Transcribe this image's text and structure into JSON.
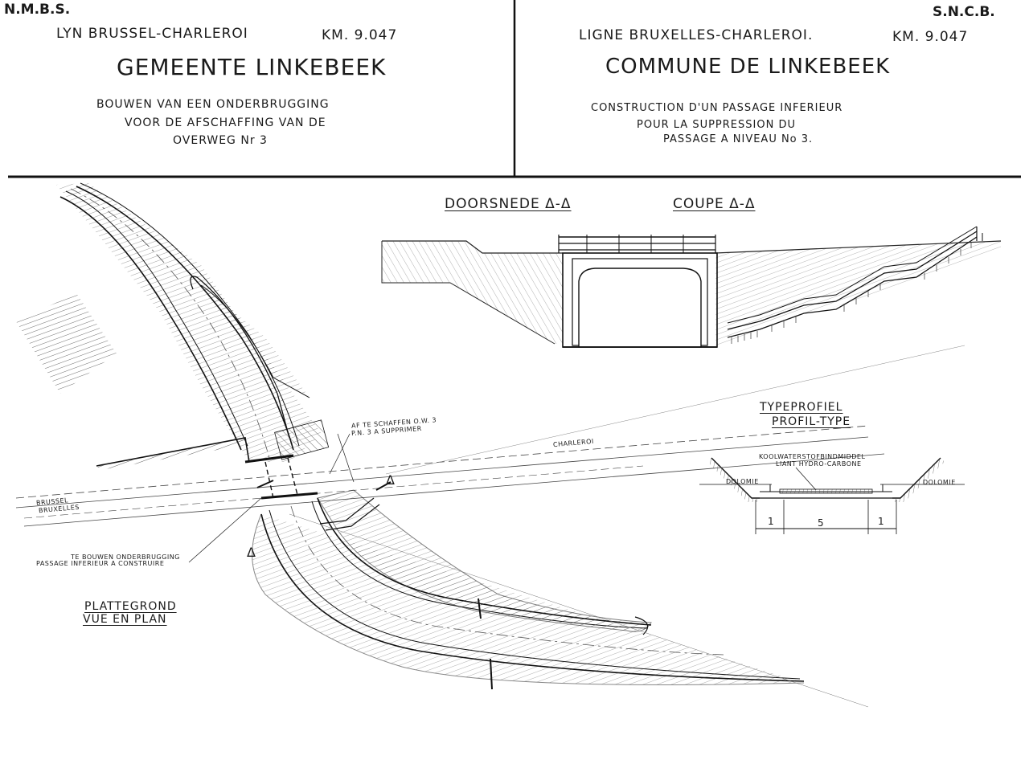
{
  "header": {
    "left": {
      "org": "N.M.B.S.",
      "line": "LYN BRUSSEL-CHARLEROI",
      "km": "KM. 9.047",
      "municipality": "GEMEENTE LINKEBEEK",
      "desc1": "BOUWEN VAN EEN ONDERBRUGGING",
      "desc2": "VOOR DE AFSCHAFFING VAN DE",
      "desc3": "OVERWEG Nr 3"
    },
    "right": {
      "org": "S.N.C.B.",
      "line": "LIGNE BRUXELLES-CHARLEROI.",
      "km": "KM. 9.047",
      "municipality": "COMMUNE DE LINKEBEEK",
      "desc1": "CONSTRUCTION D'UN PASSAGE INFERIEUR",
      "desc2": "POUR LA SUPPRESSION DU",
      "desc3": "PASSAGE A NIVEAU No 3."
    }
  },
  "section": {
    "title_nl": "DOORSNEDE Δ-Δ",
    "title_fr": "COUPE Δ-Δ"
  },
  "profile": {
    "title_nl": "TYPEPROFIEL",
    "title_fr": "PROFIL-TYPE",
    "binder_nl": "KOOLWATERSTOFBINDMIDDEL",
    "binder_fr": "LIANT HYDRO-CARBONE",
    "dolomite_left": "DOLOMIE",
    "dolomite_right": "DOLOMIE",
    "dim_left": "1",
    "dim_mid": "5",
    "dim_right": "1"
  },
  "plan": {
    "title_nl": "PLATTEGROND",
    "title_fr": "VUE EN PLAN",
    "charleroi": "CHARLEROI",
    "brussel": "BRUSSEL",
    "bruxelles": "BRUXELLES",
    "remove_nl": "AF TE SCHAFFEN O.W. 3",
    "remove_fr": "P.N. 3 A SUPPRIMER",
    "build_nl": "TE BOUWEN ONDERBRUGGING",
    "build_fr": "PASSAGE INFERIEUR A CONSTRUIRE",
    "section_mark_1": "Δ",
    "section_mark_2": "Δ"
  }
}
